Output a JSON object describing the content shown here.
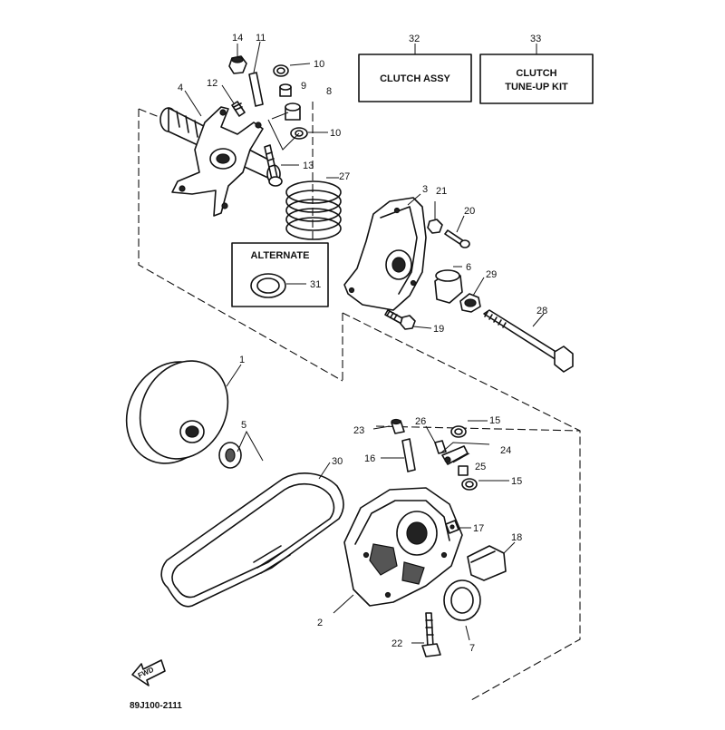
{
  "boxes": {
    "clutch_assy": "CLUTCH ASSY",
    "tune_up_line1": "CLUTCH",
    "tune_up_line2": "TUNE-UP KIT",
    "alternate": "ALTERNATE"
  },
  "callouts": {
    "p1": "1",
    "p2": "2",
    "p3": "3",
    "p4": "4",
    "p5": "5",
    "p6": "6",
    "p7": "7",
    "p8": "8",
    "p9": "9",
    "p10a": "10",
    "p10b": "10",
    "p11": "11",
    "p12": "12",
    "p13": "13",
    "p14": "14",
    "p15a": "15",
    "p15b": "15",
    "p16": "16",
    "p17": "17",
    "p18": "18",
    "p19": "19",
    "p20": "20",
    "p21": "21",
    "p22": "22",
    "p23": "23",
    "p24": "24",
    "p25": "25",
    "p26": "26",
    "p27": "27",
    "p28": "28",
    "p29": "29",
    "p30": "30",
    "p31": "31",
    "p32": "32",
    "p33": "33"
  },
  "fwd_label": "FWD",
  "diagram_code": "89J100-2111"
}
